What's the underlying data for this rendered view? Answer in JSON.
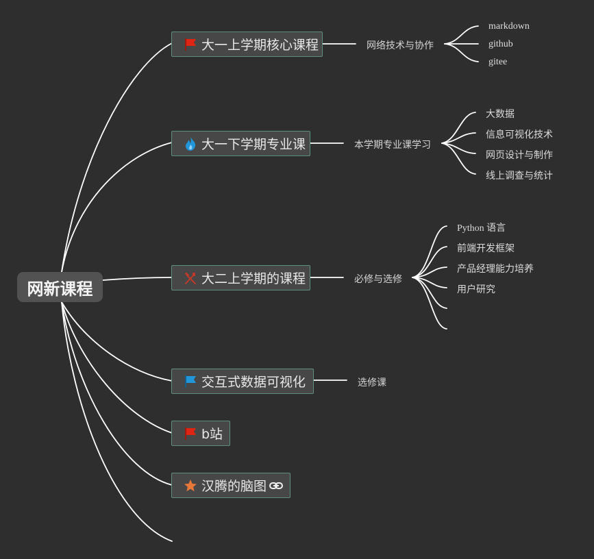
{
  "root": {
    "label": "网新课程"
  },
  "branches": [
    {
      "label": "大一上学期核心课程",
      "icon": "red-flag-icon",
      "sub": "网络技术与协作",
      "leaves": [
        "markdown",
        "github",
        "gitee"
      ]
    },
    {
      "label": "大一下学期专业课",
      "icon": "blue-fire-icon",
      "sub": "本学期专业课学习",
      "leaves": [
        "大数据",
        "信息可视化技术",
        "网页设计与制作",
        "线上调查与统计"
      ]
    },
    {
      "label": "大二上学期的课程",
      "icon": "crossed-tools-icon",
      "sub": "必修与选修",
      "leaves": [
        "Python 语言",
        "前端开发框架",
        "产品经理能力培养",
        "用户研究"
      ]
    },
    {
      "label": "交互式数据可视化",
      "icon": "blue-flag-icon",
      "sub": "选修课"
    },
    {
      "label": "b站",
      "icon": "red-flag-icon"
    },
    {
      "label": "汉腾的脑图",
      "icon": "orange-star-icon",
      "link_icon": "link-icon"
    }
  ],
  "colors": {
    "background": "#2e2e2e",
    "line": "#ffffff",
    "node_fill": "#474747",
    "node_border": "#5e8f7e",
    "red_flag": "#e02414",
    "blue": "#2196d9",
    "orange_star": "#e8773a"
  }
}
